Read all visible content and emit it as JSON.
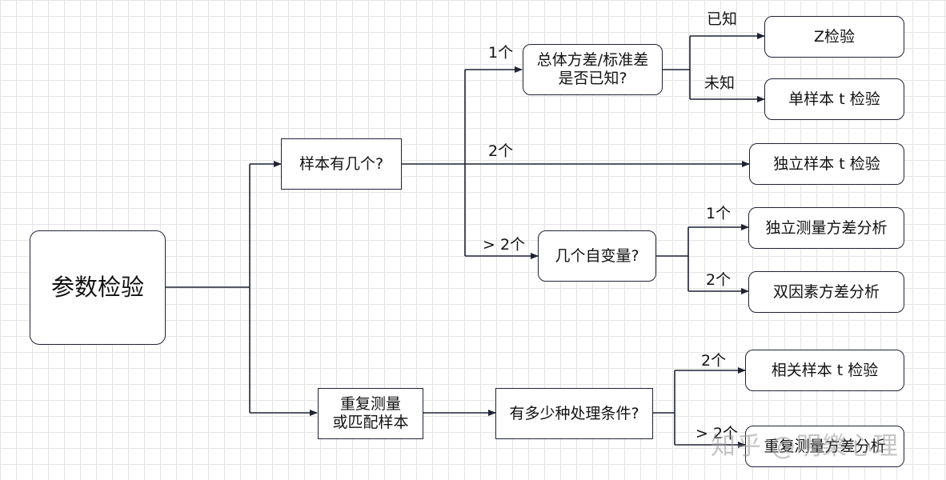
{
  "nodes": {
    "root": "参数检验",
    "sample_count": "样本有几个?",
    "repeated": "重复测量\n或匹配样本",
    "variance_known": "总体方差/标准差\n是否已知?",
    "z_test": "Z检验",
    "one_sample_t": "单样本 t 检验",
    "independent_t": "独立样本 t 检验",
    "num_ivs": "几个自变量?",
    "oneway_anova": "独立测量方差分析",
    "twoway_anova": "双因素方差分析",
    "num_conditions": "有多少种处理条件?",
    "paired_t": "相关样本 t 检验",
    "repeated_anova": "重复测量方差分析"
  },
  "edge_labels": {
    "one_sample": "1个",
    "two_samples": "2个",
    "more_samples": "> 2个",
    "known": "已知",
    "unknown": "未知",
    "one_iv": "1个",
    "two_ivs": "2个",
    "two_conditions": "2个",
    "more_conditions": "> 2个"
  },
  "colors": {
    "stroke": "#1f2333",
    "grid": "#e4e4e4"
  },
  "watermark": "知乎 @明樂心理"
}
